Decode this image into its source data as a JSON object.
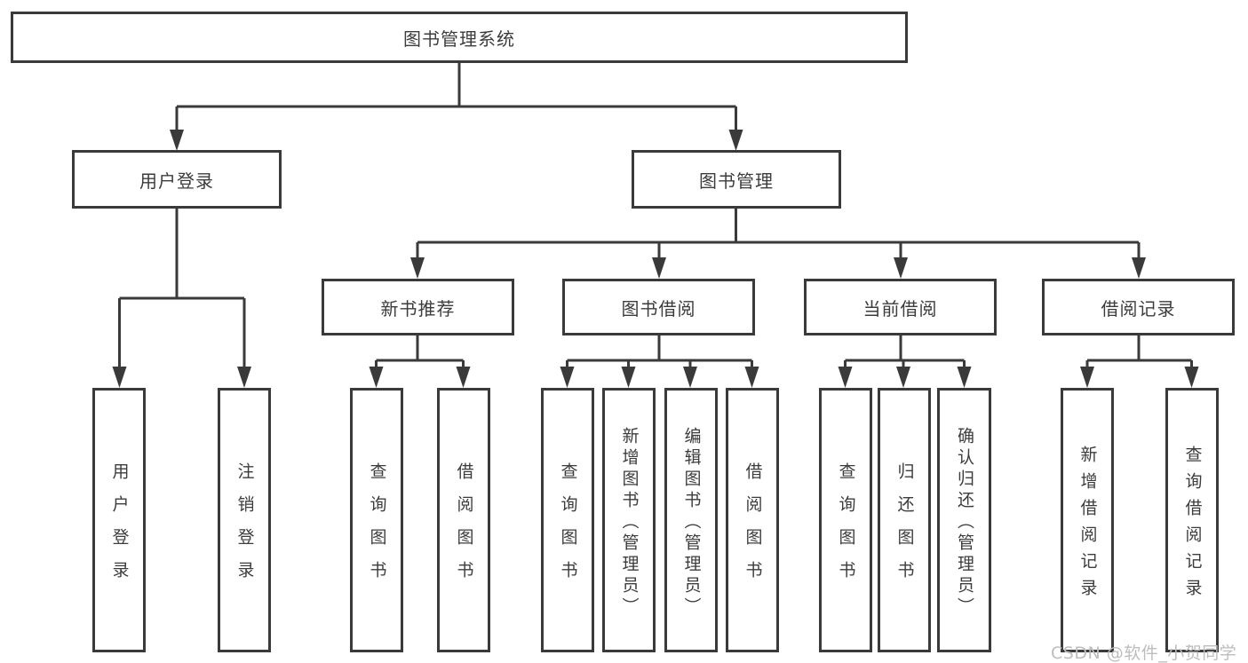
{
  "tree": {
    "label": "图书管理系统",
    "children": [
      {
        "label": "用户登录",
        "children": [
          {
            "label": "用户登录"
          },
          {
            "label": "注销登录"
          }
        ]
      },
      {
        "label": "图书管理",
        "children": [
          {
            "label": "新书推荐",
            "children": [
              {
                "label": "查询图书"
              },
              {
                "label": "借阅图书"
              }
            ]
          },
          {
            "label": "图书借阅",
            "children": [
              {
                "label": "查询图书"
              },
              {
                "label": "新增图书（管理员）"
              },
              {
                "label": "编辑图书（管理员）"
              },
              {
                "label": "借阅图书"
              }
            ]
          },
          {
            "label": "当前借阅",
            "children": [
              {
                "label": "查询图书"
              },
              {
                "label": "归还图书"
              },
              {
                "label": "确认归还（管理员）"
              }
            ]
          },
          {
            "label": "借阅记录",
            "children": [
              {
                "label": "新增借阅记录"
              },
              {
                "label": "查询借阅记录"
              }
            ]
          }
        ]
      }
    ]
  },
  "watermark": {
    "text": "CSDN @软件_小贺同学"
  },
  "colors": {
    "line": "#3a3a3a",
    "box_border": "#3a3a3a",
    "text": "#3c3c3c",
    "background": "#ffffff",
    "watermark": "#bdbdbd"
  }
}
